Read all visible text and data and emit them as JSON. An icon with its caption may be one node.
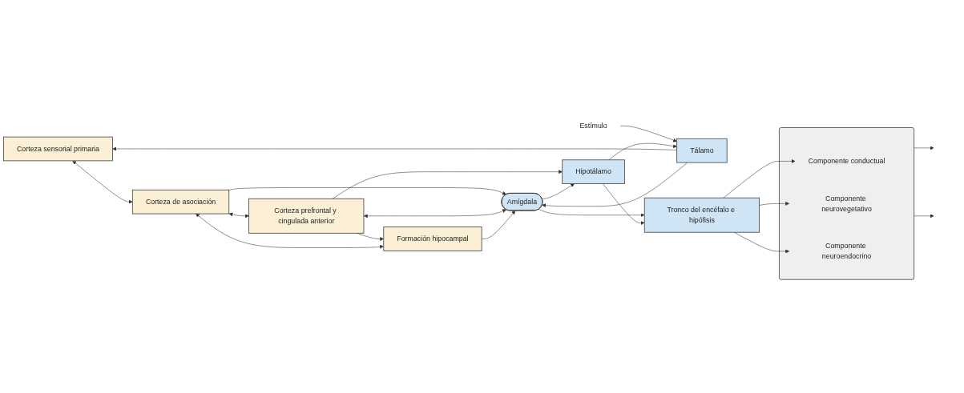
{
  "diagram": {
    "nodes": [
      {
        "text": [
          "Corteza sensorial primaria"
        ]
      },
      {
        "text": [
          "Corteza de asociación"
        ]
      },
      {
        "text": [
          "Corteza prefrontal y cingulada anterior"
        ]
      },
      {
        "text": [
          "Tálamo"
        ]
      },
      {
        "text": [
          "Formación hipocampal"
        ]
      },
      {
        "text": [
          "Amígdala"
        ]
      },
      {
        "text": [
          "Hipotálamo"
        ]
      },
      {
        "text": [
          "Tronco del encéfalo e hipófisis"
        ]
      },
      {
        "text": [],
        "shape": "box"
      },
      {
        "text": [
          "Componente conductual"
        ],
        "in": 8
      },
      {
        "text": [
          "Componente neurovegetativo"
        ],
        "in": 8
      },
      {
        "text": [
          "Componente neuroendocrino"
        ],
        "in": 8
      },
      {
        "text": [
          "Estímulo"
        ]
      }
    ],
    "edges": [
      {
        "from": 12,
        "to": 3,
        "arrow": "to"
      },
      {
        "from": 6,
        "to": 3,
        "arrow": "to"
      },
      {
        "from": 3,
        "to": 0,
        "arrow": "to"
      },
      {
        "from": 0,
        "to": 1,
        "arrow": "both"
      },
      {
        "from": 1,
        "to": 2,
        "arrow": "both"
      },
      {
        "from": 4,
        "to": 1,
        "arrow": "both"
      },
      {
        "from": 2,
        "to": 4,
        "arrow": "to"
      },
      {
        "from": 1,
        "to": 5,
        "arrow": "to"
      },
      {
        "from": 2,
        "to": 5,
        "arrow": "both"
      },
      {
        "from": 4,
        "to": 5,
        "arrow": "to"
      },
      {
        "from": 3,
        "to": 5,
        "arrow": "to"
      },
      {
        "from": 2,
        "to": 6,
        "arrow": "to"
      },
      {
        "from": 5,
        "to": 6,
        "arrow": "to"
      },
      {
        "from": 5,
        "to": 7,
        "arrow": "to"
      },
      {
        "from": 6,
        "to": 7,
        "arrow": "to"
      },
      {
        "from": 7,
        "to": 9,
        "arrow": "to"
      },
      {
        "from": 7,
        "to": 10,
        "arrow": "to"
      },
      {
        "from": 7,
        "to": 11,
        "arrow": "to"
      },
      {
        "from": 8,
        "to": null,
        "arrow": "to"
      },
      {
        "from": 8,
        "to": null,
        "arrow": "to"
      }
    ]
  }
}
